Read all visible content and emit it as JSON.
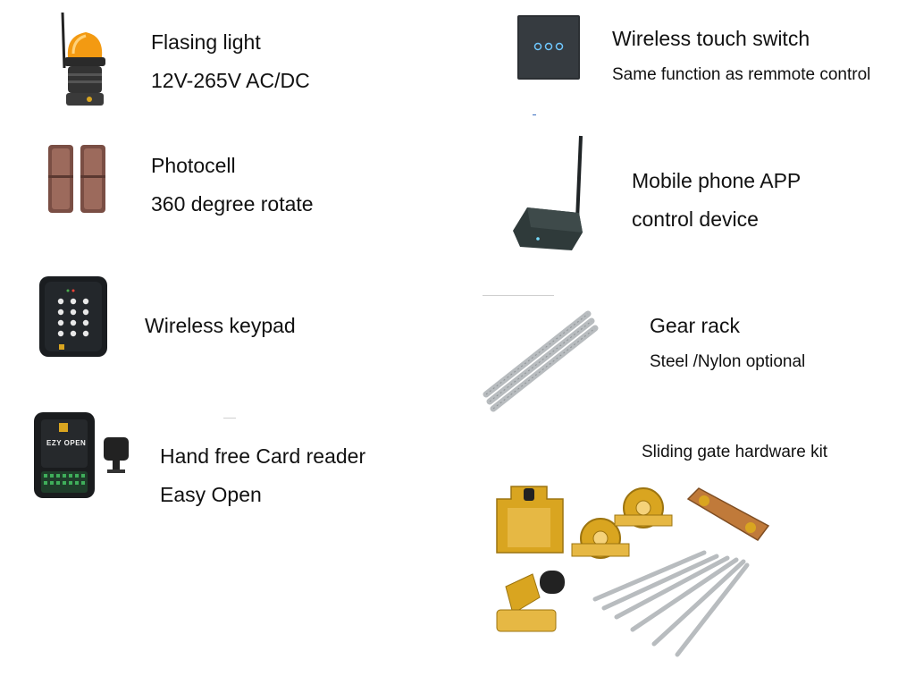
{
  "items": [
    {
      "title": "Flasing light",
      "subtitle": "12V-265V AC/DC",
      "icon": "flashing-light-icon"
    },
    {
      "title": "Photocell",
      "subtitle": "360 degree rotate",
      "icon": "photocell-icon"
    },
    {
      "title": "Wireless keypad",
      "icon": "keypad-icon"
    },
    {
      "title": "Hand free Card reader",
      "subtitle": "Easy Open",
      "icon": "card-reader-icon",
      "device_text": "EZY OPEN"
    },
    {
      "title": "Wireless touch switch",
      "subtitle": "Same function as remmote control",
      "icon": "touch-switch-icon"
    },
    {
      "title": "Mobile phone APP",
      "subtitle": "control device",
      "icon": "wifi-router-icon"
    },
    {
      "title": "Gear rack",
      "subtitle": "Steel /Nylon optional",
      "icon": "gear-rack-icon"
    },
    {
      "title": "Sliding gate hardware kit",
      "icon": "hardware-kit-icon"
    }
  ],
  "colors": {
    "text": "#111111",
    "brass": "#d9a520",
    "amber": "#f39a12",
    "device_dark": "#1d2226",
    "steel": "#b8bcbf"
  }
}
